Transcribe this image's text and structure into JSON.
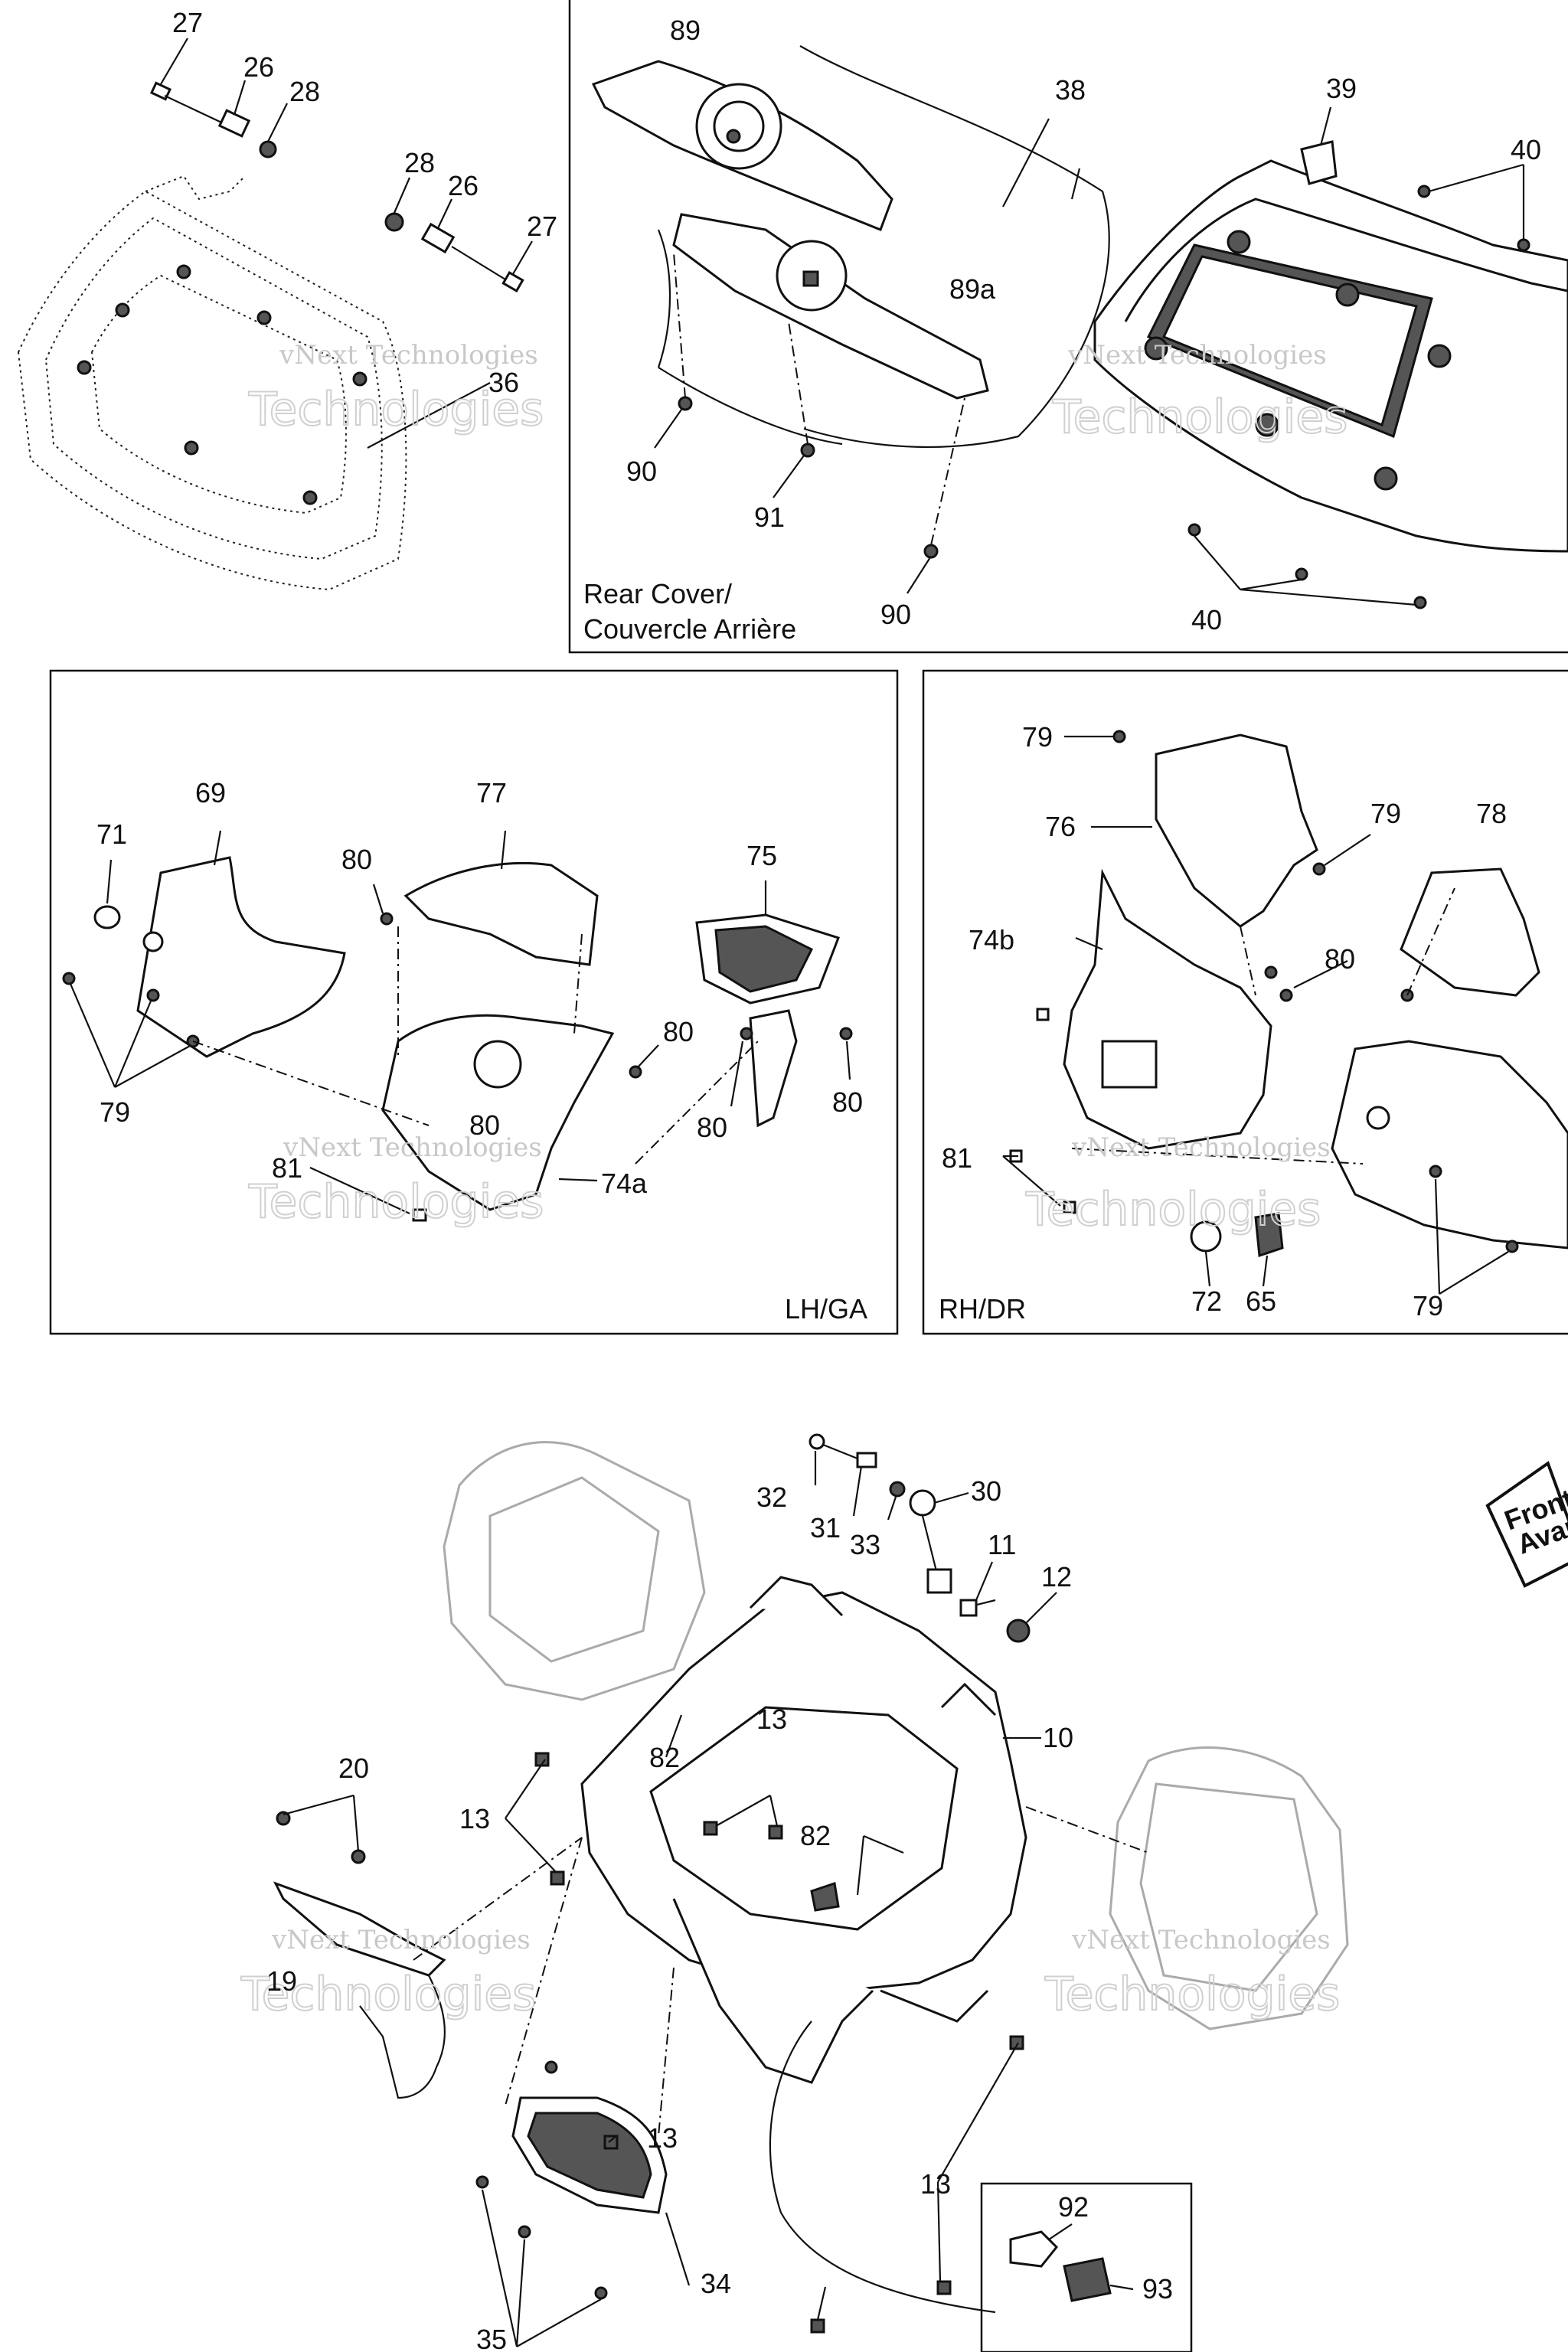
{
  "panels": {
    "rear_cover": {
      "label_line1": "Rear Cover/",
      "label_line2": "Couvercle Arrière"
    },
    "left": {
      "label": "LH/GA"
    },
    "right": {
      "label": "RH/DR"
    }
  },
  "front_badge": {
    "line1": "Front",
    "line2": "Avant"
  },
  "watermark": {
    "line1": "vNext Technologies",
    "line2": "Technologies"
  },
  "callouts": {
    "c27a": "27",
    "c26a": "26",
    "c28a": "28",
    "c28b": "28",
    "c26b": "26",
    "c27b": "27",
    "c36": "36",
    "c89": "89",
    "c38": "38",
    "c39": "39",
    "c40a": "40",
    "c89a": "89a",
    "c90a": "90",
    "c91": "91",
    "c90b": "90",
    "c40b": "40",
    "c69": "69",
    "c71": "71",
    "c77": "77",
    "c80a": "80",
    "c75": "75",
    "c80b": "80",
    "c80c": "80",
    "c80d": "80",
    "c80e": "80",
    "c79a": "79",
    "c81a": "81",
    "c74a": "74a",
    "c79b": "79",
    "c76": "76",
    "c79c": "79",
    "c78": "78",
    "c74b": "74b",
    "c80f": "80",
    "c81b": "81",
    "c72": "72",
    "c65": "65",
    "c79d": "79",
    "c32": "32",
    "c30": "30",
    "c31": "31",
    "c33": "33",
    "c11": "11",
    "c12": "12",
    "c10": "10",
    "c82a": "82",
    "c13a": "13",
    "c20": "20",
    "c13b": "13",
    "c82b": "82",
    "c19": "19",
    "c13c": "13",
    "c13d": "13",
    "c34": "34",
    "c35": "35",
    "c92": "92",
    "c93": "93"
  }
}
